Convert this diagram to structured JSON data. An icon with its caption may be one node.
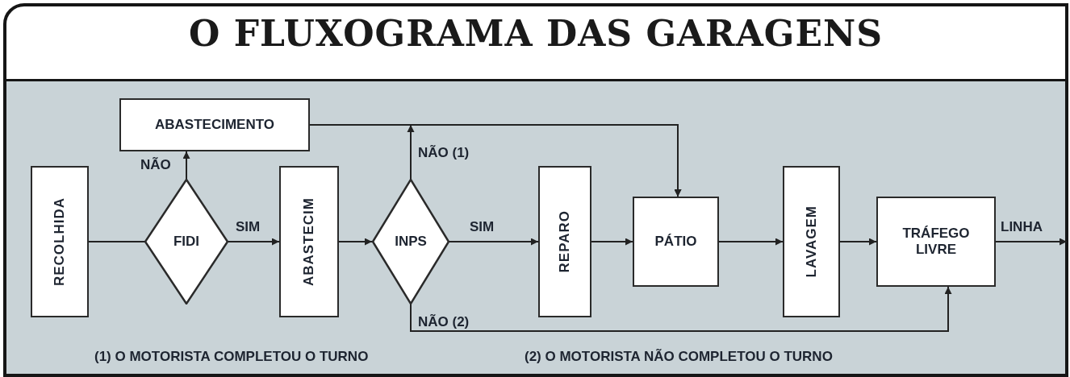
{
  "diagram": {
    "title": "O FLUXOGRAMA DAS GARAGENS",
    "nodes": [
      {
        "text": [
          "RECOLHIDA"
        ]
      },
      {
        "text": [
          "FIDI"
        ]
      },
      {
        "text": [
          "ABASTECIMENTO"
        ]
      },
      {
        "text": [
          "ABASTECIM"
        ]
      },
      {
        "text": [
          "INPS"
        ]
      },
      {
        "text": [
          "REPARO"
        ]
      },
      {
        "text": [
          "PÁTIO"
        ]
      },
      {
        "text": [
          "LAVAGEM"
        ]
      },
      {
        "text": [
          "TRÁFEGO LIVRE"
        ]
      }
    ],
    "edges": [
      {
        "from": 0,
        "to": 1,
        "arrow": "none"
      },
      {
        "from": 1,
        "to": 2,
        "arrow": "to",
        "label": "NÃO"
      },
      {
        "from": 1,
        "to": 3,
        "arrow": "to",
        "label": "SIM"
      },
      {
        "from": 3,
        "to": 4,
        "arrow": "to"
      },
      {
        "from": 4,
        "to": 5,
        "arrow": "to",
        "label": "SIM"
      },
      {
        "from": 4,
        "to": 6,
        "arrow": "to",
        "label": "NÃO (1)"
      },
      {
        "from": 2,
        "to": 6,
        "arrow": "to"
      },
      {
        "from": 4,
        "to": 8,
        "arrow": "to",
        "label": "NÃO (2)"
      },
      {
        "from": 5,
        "to": 6,
        "arrow": "to"
      },
      {
        "from": 6,
        "to": 7,
        "arrow": "to"
      },
      {
        "from": 7,
        "to": 8,
        "arrow": "to"
      },
      {
        "from": 8,
        "to": null,
        "arrow": "to",
        "label": "LINHA"
      }
    ],
    "labels": [
      "(1) O MOTORISTA COMPLETOU O TURNO",
      "(2) O MOTORISTA NÃO COMPLETOU O TURNO"
    ]
  }
}
